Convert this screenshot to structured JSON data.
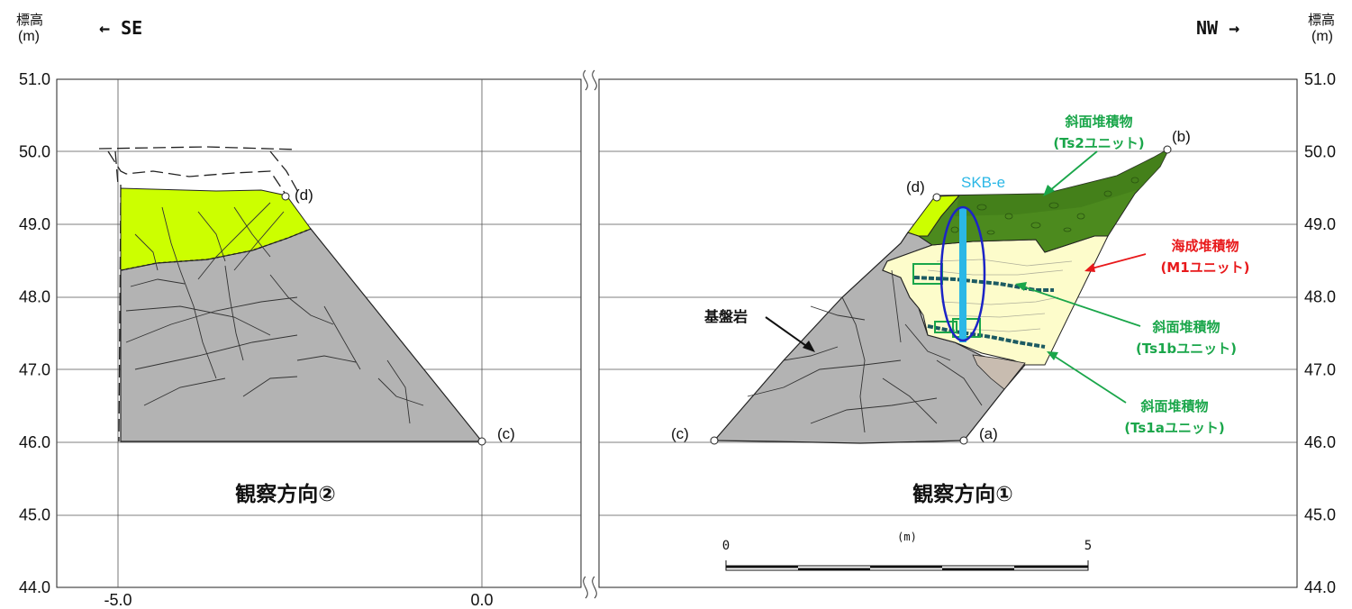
{
  "axes": {
    "left_title": [
      "標高",
      "(m)"
    ],
    "right_title": [
      "標高",
      "(m)"
    ],
    "y_ticks": [
      "51.0",
      "50.0",
      "49.0",
      "48.0",
      "47.0",
      "46.0",
      "45.0",
      "44.0"
    ],
    "x_ticks": [
      "-5.0",
      "0.0"
    ]
  },
  "directions": {
    "left": "← SE",
    "right": "NW →"
  },
  "views": {
    "left": "観察方向②",
    "right": "観察方向①"
  },
  "points": {
    "a": "(a)",
    "b": "(b)",
    "c": "(c)",
    "d": "(d)"
  },
  "borehole": "SKB-e",
  "bedrock_label": "基盤岩",
  "units": [
    {
      "line1": "斜面堆積物",
      "line2": "(Ts2ユニット)",
      "color": "#1aa64a"
    },
    {
      "line1": "海成堆積物",
      "line2": "(M1ユニット)",
      "color": "#e8191b"
    },
    {
      "line1": "斜面堆積物",
      "line2": "(Ts1bユニット)",
      "color": "#1aa64a"
    },
    {
      "line1": "斜面堆積物",
      "line2": "(Ts1aユニット)",
      "color": "#1aa64a"
    }
  ],
  "scale_bar": {
    "start": "0",
    "unit": "(m)",
    "end": "5"
  },
  "colors": {
    "bedrock": "#b3b3b3",
    "surface_soil": "#ccff00",
    "ts2": "#4c8a1e",
    "m1": "#fdfccb",
    "ts1a": "#c8bcb0",
    "borehole": "#2bb7e6",
    "ellipse": "#1c24c6"
  }
}
